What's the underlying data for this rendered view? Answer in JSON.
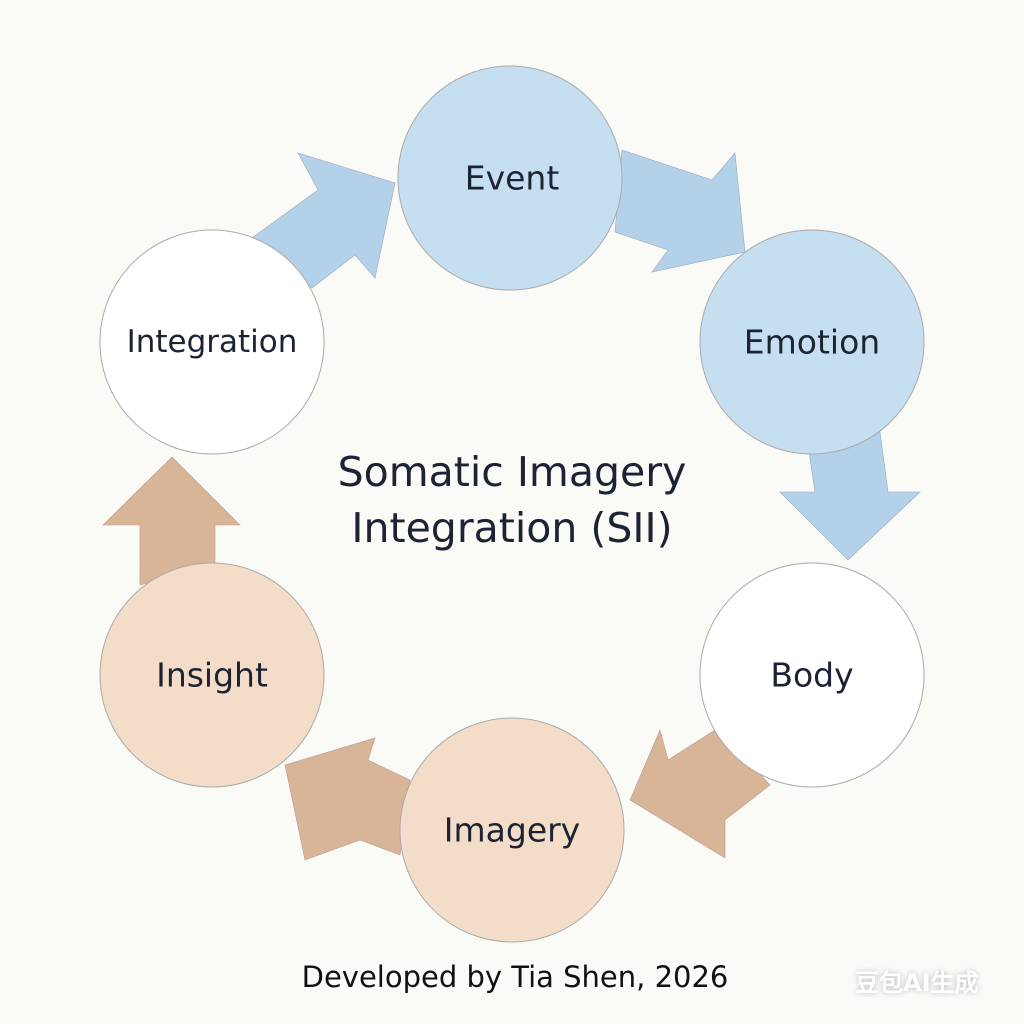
{
  "title_line1": "Somatic Imagery",
  "title_line2": "Integration (SII)",
  "nodes": [
    {
      "label": "Event",
      "color": "#c5dff1"
    },
    {
      "label": "Emotion",
      "color": "#c5dff1"
    },
    {
      "label": "Body",
      "color": "#ffffff"
    },
    {
      "label": "Imagery",
      "color": "#f3ddc8"
    },
    {
      "label": "Insight",
      "color": "#f3ddc8"
    },
    {
      "label": "Integration",
      "color": "#ffffff"
    }
  ],
  "colors": {
    "blue_arrow": "#b3d2ea",
    "brown_arrow": "#d9b597"
  },
  "credit": "Developed by Tia Shen, 2026",
  "watermark": "豆包AI生成"
}
